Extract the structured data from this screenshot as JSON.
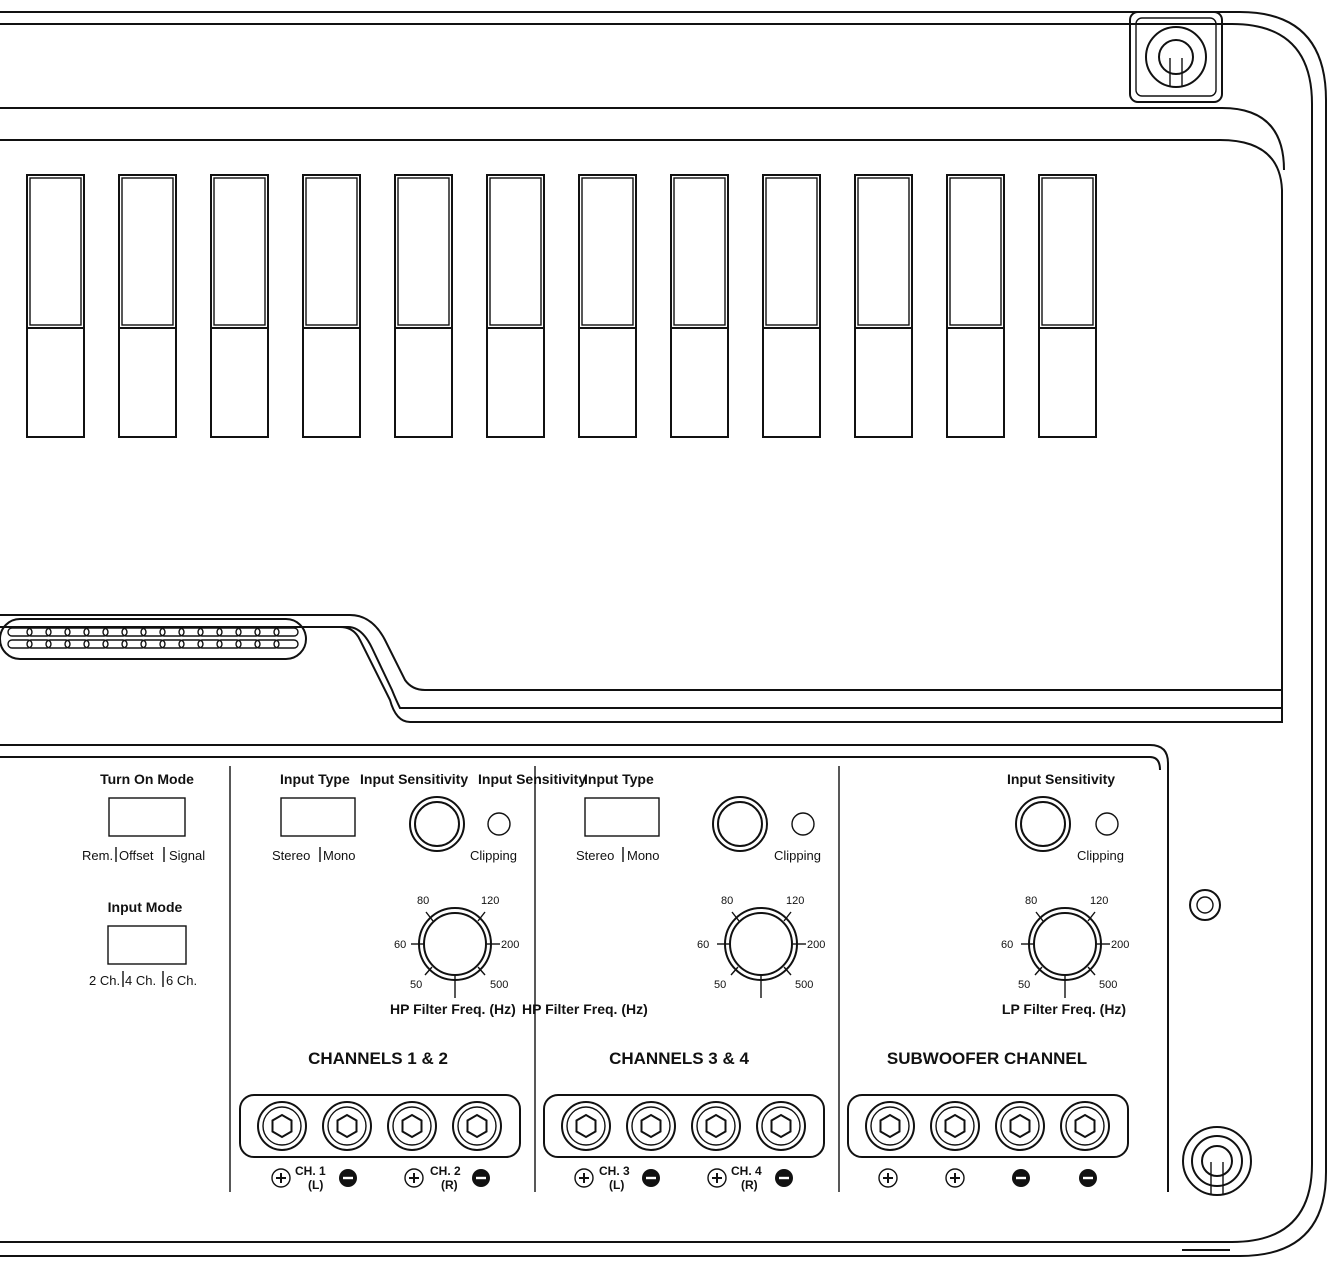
{
  "colors": {
    "line": "#111111",
    "background": "#ffffff"
  },
  "heatsink": {
    "fin_count": 12
  },
  "vent": {
    "slot_pairs": 15
  },
  "left_section": {
    "turn_on_mode": {
      "label": "Turn On Mode",
      "options": [
        "Rem.",
        "Offset",
        "Signal"
      ]
    },
    "input_mode": {
      "label": "Input Mode",
      "options": [
        "2 Ch.",
        "4 Ch.",
        "6 Ch."
      ]
    }
  },
  "sections": [
    {
      "id": "ch12",
      "title": "CHANNELS 1 & 2",
      "input_type_label": "Input Type",
      "input_type_options": [
        "Stereo",
        "Mono"
      ],
      "sensitivity_label": "Input Sensitivity",
      "clip_label": "Clipping",
      "filter_label": "HP Filter Freq. (Hz)",
      "filter_ticks": [
        "50",
        "60",
        "80",
        "120",
        "200",
        "500"
      ],
      "terminal_labels": [
        {
          "top": "CH. 1",
          "bottom": "(L)"
        },
        {
          "top": "CH. 2",
          "bottom": "(R)"
        }
      ],
      "polarity": [
        "+",
        "-",
        "+",
        "-"
      ]
    },
    {
      "id": "ch34",
      "title": "CHANNELS 3 & 4",
      "input_type_label": "Input Type",
      "input_type_options": [
        "Stereo",
        "Mono"
      ],
      "sensitivity_label": "Input Sensitivity",
      "clip_label": "Clipping",
      "filter_label": "HP Filter Freq. (Hz)",
      "filter_ticks": [
        "50",
        "60",
        "80",
        "120",
        "200",
        "500"
      ],
      "terminal_labels": [
        {
          "top": "CH. 3",
          "bottom": "(L)"
        },
        {
          "top": "CH. 4",
          "bottom": "(R)"
        }
      ],
      "polarity": [
        "+",
        "-",
        "+",
        "-"
      ]
    },
    {
      "id": "sub",
      "title": "SUBWOOFER CHANNEL",
      "sensitivity_label": "Input Sensitivity",
      "clip_label": "Clipping",
      "filter_label": "LP Filter Freq. (Hz)",
      "filter_ticks": [
        "50",
        "60",
        "80",
        "120",
        "200",
        "500"
      ],
      "polarity": [
        "+",
        "+",
        "-",
        "-"
      ]
    }
  ],
  "icons": [
    "mounting-hole-icon",
    "led-icon",
    "knob-icon",
    "screw-terminal-icon",
    "plus-icon",
    "minus-icon"
  ]
}
